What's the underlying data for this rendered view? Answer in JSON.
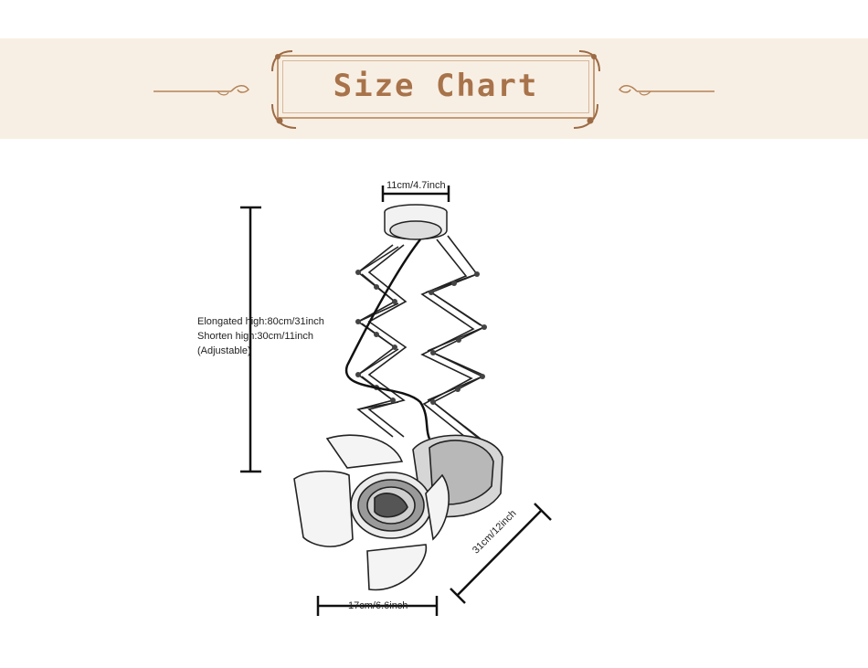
{
  "header": {
    "title": "Size Chart"
  },
  "dimensions": {
    "top_width": "11cm/4.7inch",
    "height_line1": "Elongated high:80cm/31inch",
    "height_line2": "Shorten high:30cm/11inch",
    "height_line3": "(Adjustable)",
    "bottom_width": "17cm/6.6inch",
    "lamp_length": "31cm/12inch"
  },
  "colors": {
    "banner": "#f8efe4",
    "accent": "#a8734a",
    "ink": "#111111"
  }
}
